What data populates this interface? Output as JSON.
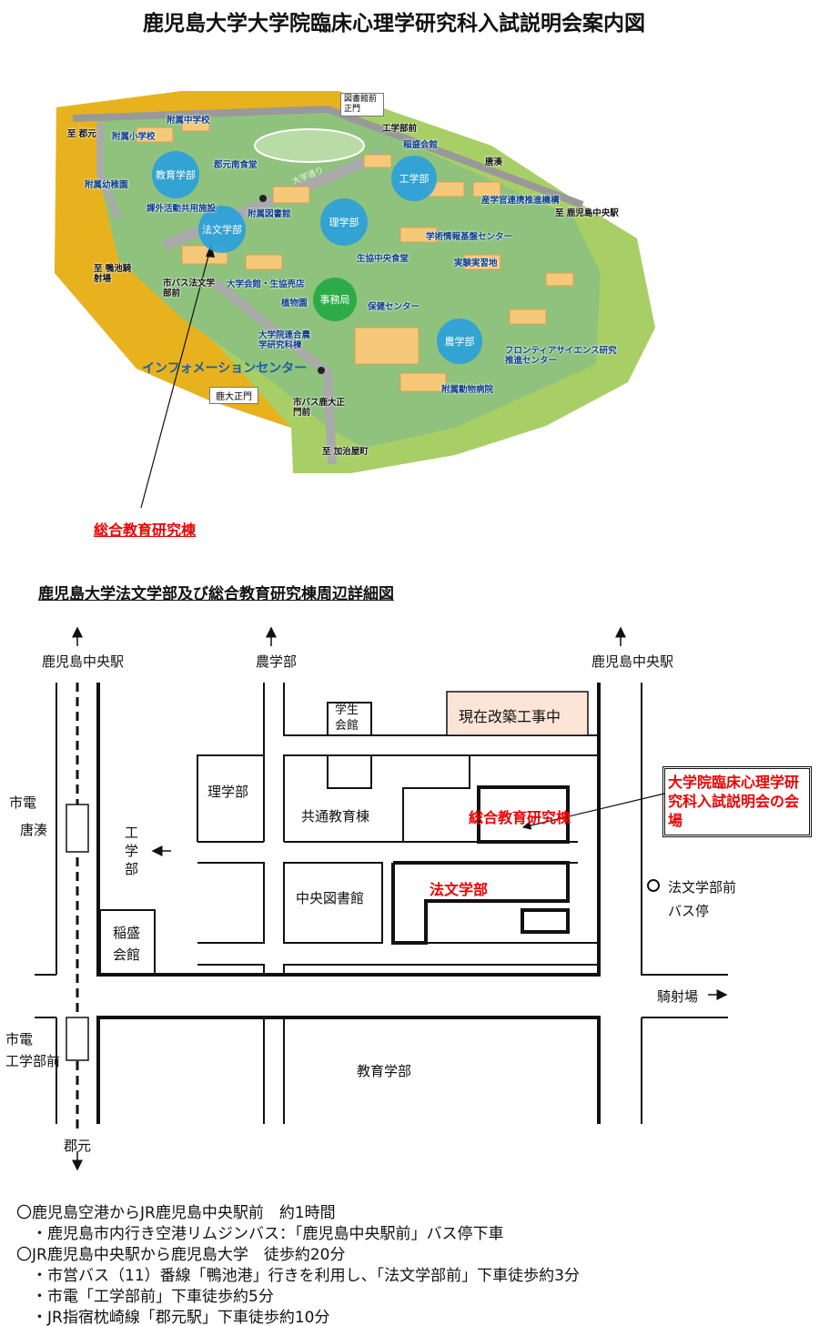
{
  "title": "鹿児島大学大学院臨床心理学研究科入試説明会案内図",
  "campus_map": {
    "faculties": {
      "education": "教育学部",
      "law": "法文学部",
      "science": "理学部",
      "engineering": "工学部",
      "agriculture": "農学部",
      "admin": "事務局"
    },
    "labels": {
      "junior_high": "附属中学校",
      "elementary": "附属小学校",
      "kindergarten": "附属幼稚園",
      "korimoto_cafeteria": "郡元南食堂",
      "extracurricular": "課外活動共用施設",
      "library": "附属図書館",
      "inamori": "稲盛会館",
      "sangaku": "産学官連携推進機構",
      "info_center_bldg": "学術情報基盤センター",
      "coop_cafeteria": "生協中央食堂",
      "experiment_field": "実験実習地",
      "univ_hall": "大学会館・生協売店",
      "botanical": "植物園",
      "health": "保健センター",
      "agri_grad": "大学院連合農学研究科棟",
      "frontier": "フロンティアサイエンス研究推進センター",
      "vet_hospital": "附属動物病院",
      "street": "大学通り"
    },
    "directions": {
      "korimoto": "至 郡元",
      "kagoshima_chuo": "至 鹿児島中央駅",
      "kamoike": "至 鴨池騎射場",
      "kajiyacho": "至 加治屋町",
      "toso": "唐湊",
      "eng_front": "工学部前"
    },
    "gates": {
      "library_gate": "図書館前正門",
      "main_gate": "鹿大正門"
    },
    "bus": {
      "hobun": "市バス法文学部前",
      "seimon": "市バス鹿大正門前"
    },
    "info_center": "インフォメーションセンター",
    "pointer_label": "総合教育研究棟"
  },
  "detail_map": {
    "title": "鹿児島大学法文学部及び総合教育研究棟周辺詳細図",
    "labels": {
      "chuo_left": "鹿児島中央駅",
      "nogakubu": "農学部",
      "chuo_right": "鹿児島中央駅",
      "gakusei1": "学生",
      "gakusei2": "会館",
      "construction": "現在改築工事中",
      "rigakubu": "理学部",
      "kyotsu": "共通教育棟",
      "sogo": "総合教育研究棟",
      "tram1": "市電",
      "toso": "唐湊",
      "kogakubu": "工学部",
      "chuo_lib": "中央図書館",
      "hobun": "法文学部",
      "inamori1": "稲盛",
      "inamori2": "会館",
      "bus1": "法文学部前",
      "bus2": "バス停",
      "kishaba": "騎射場",
      "tram2": "市電",
      "tram_stop": "工学部前",
      "kyoiku": "教育学部",
      "korimoto": "郡元"
    },
    "callout": "大学院臨床心理学研究科入試説明会の会場"
  },
  "notes": [
    "〇鹿児島空港からJR鹿児島中央駅前　約1時間",
    "　・鹿児島市内行き空港リムジンバス：「鹿児島中央駅前」バス停下車",
    "〇JR鹿児島中央駅から鹿児島大学　徒歩約20分",
    "　・市営バス（11）番線「鴨池港」行きを利用し、「法文学部前」下車徒歩約3分",
    "　・市電「工学部前」下車徒歩約5分",
    "　・JR指宿枕崎線「郡元駅」下車徒歩約10分"
  ],
  "colors": {
    "accent": "#e00000",
    "faculty": "#28a0dc",
    "admin": "#28aa46",
    "construction": "#fce4d6"
  }
}
